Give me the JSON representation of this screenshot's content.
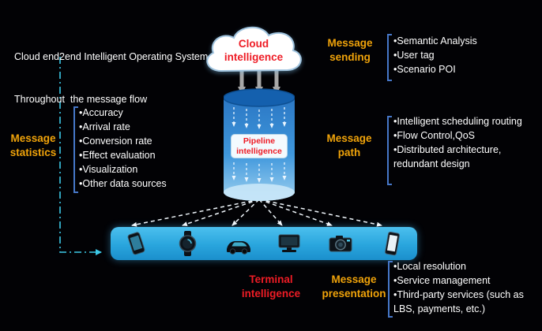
{
  "title": {
    "line1": "Cloud end2end Intelligent Operating System",
    "line2": "Throughout  the message flow"
  },
  "nodes": {
    "cloud": "Cloud intelligence",
    "pipeline": "Pipeline intelligence",
    "terminal": "Terminal intelligence"
  },
  "labels": {
    "sending": "Message sending",
    "statistics": "Message statistics",
    "path": "Message path",
    "presentation": "Message presentation"
  },
  "lists": {
    "sending": [
      "Semantic Analysis",
      "User tag",
      "Scenario POI"
    ],
    "statistics": [
      "Accuracy",
      "Arrival rate",
      "Conversion rate",
      "Effect evaluation",
      "Visualization",
      "Other data sources"
    ],
    "path": [
      "Intelligent scheduling routing",
      "Flow Control,QoS",
      "Distributed architecture, redundant design"
    ],
    "presentation": [
      "Local resolution",
      "Service management",
      "Third-party services (such as LBS, payments, etc.)"
    ]
  },
  "devices": [
    "smartphone",
    "smartwatch",
    "car",
    "computer",
    "camera",
    "mobile-phone"
  ],
  "colors": {
    "accent_yellow": "#F0A30A",
    "accent_red": "#EE1C25",
    "bar_blue": "#29ABE2",
    "bracket_blue": "#4677C8",
    "flow_cyan": "#3CC9E8"
  }
}
